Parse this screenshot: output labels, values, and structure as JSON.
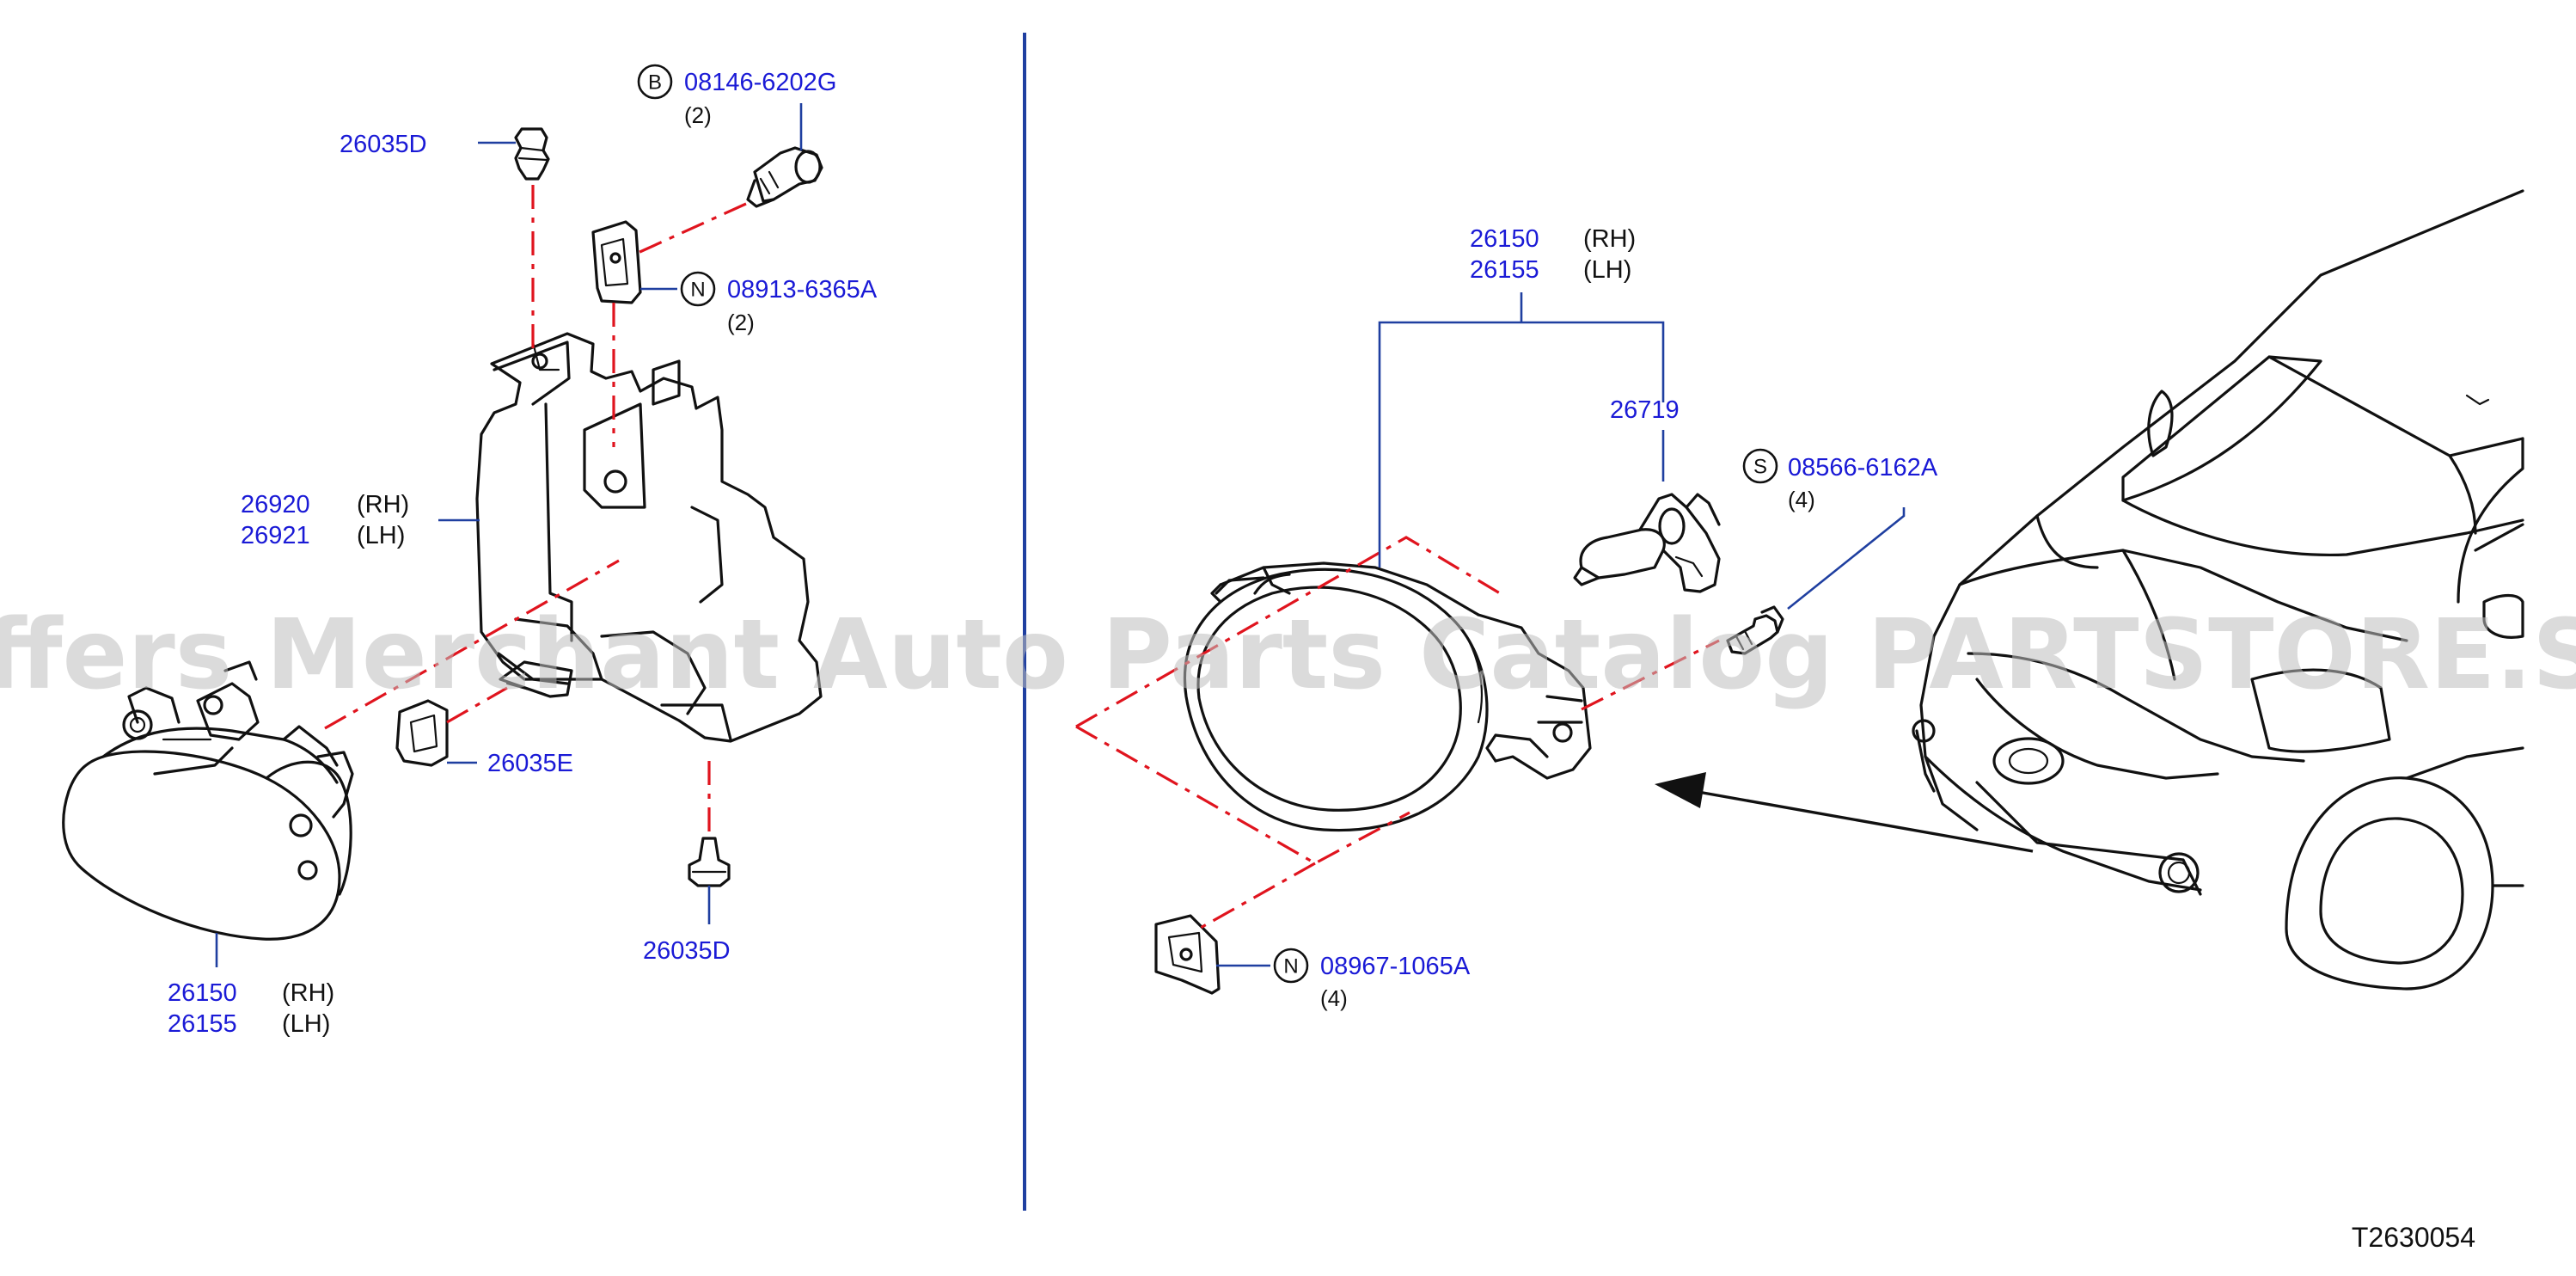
{
  "colors": {
    "part_number": "#1a1ad6",
    "leader": "#1f3fa0",
    "dash": "#e0141e",
    "divider": "#1f3fa0",
    "line_art": "#111111"
  },
  "watermark": "Offers Merchant Auto Parts Catalog PARTSTORE.SA",
  "diagram_ref": "T2630054",
  "left": {
    "clip_26035D_top": {
      "number": "26035D"
    },
    "bolt_B": {
      "badge": "B",
      "number": "08146-6202G",
      "qty": "(2)"
    },
    "clip_N_top": {
      "badge": "N",
      "number": "08913-6365A",
      "qty": "(2)"
    },
    "bracket": {
      "number_rh": "26920",
      "side_rh": "(RH)",
      "number_lh": "26921",
      "side_lh": "(LH)"
    },
    "clip_26035E": {
      "number": "26035E"
    },
    "clip_26035D_bottom": {
      "number": "26035D"
    },
    "lamp": {
      "number_rh": "26150",
      "side_rh": "(RH)",
      "number_lh": "26155",
      "side_lh": "(LH)"
    }
  },
  "right": {
    "lamp": {
      "number_rh": "26150",
      "side_rh": "(RH)",
      "number_lh": "26155",
      "side_lh": "(LH)"
    },
    "bulb": {
      "number": "26719"
    },
    "screw_S": {
      "badge": "S",
      "number": "08566-6162A",
      "qty": "(4)"
    },
    "clip_N_bottom": {
      "badge": "N",
      "number": "08967-1065A",
      "qty": "(4)"
    }
  }
}
